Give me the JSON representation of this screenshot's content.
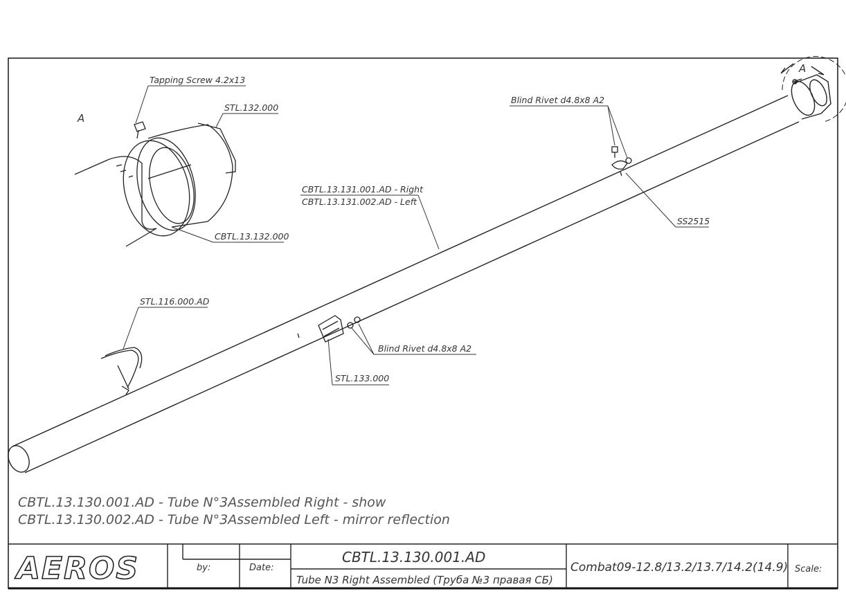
{
  "view_marker": "A",
  "callouts": {
    "tapping_screw": "Tapping Screw 4.2x13",
    "stl_132": "STL.132.000",
    "cbtl_13_132": "CBTL.13.132.000",
    "cbtl_131_right": "CBTL.13.131.001.AD - Right",
    "cbtl_131_left": "CBTL.13.131.002.AD - Left",
    "blind_rivet_top": "Blind Rivet d4.8x8 A2",
    "ss2515": "SS2515",
    "stl_116": "STL.116.000.AD",
    "blind_rivet_mid": "Blind Rivet d4.8x8 A2",
    "stl_133": "STL.133.000"
  },
  "notes": {
    "line1": "CBTL.13.130.001.AD - Tube N°3Assembled Right - show",
    "line2": "CBTL.13.130.002.AD - Tube N°3Assembled Left - mirror reflection"
  },
  "title_block": {
    "logo": "AEROS",
    "by_label": "by:",
    "date_label": "Date:",
    "drawing_number": "CBTL.13.130.001.AD",
    "drawing_title": "Tube N3 Right Assembled (Труба №3 правая СБ)",
    "models": "Combat09-12.8/13.2/13.7/14.2(14.9)",
    "scale_label": "Scale:"
  }
}
